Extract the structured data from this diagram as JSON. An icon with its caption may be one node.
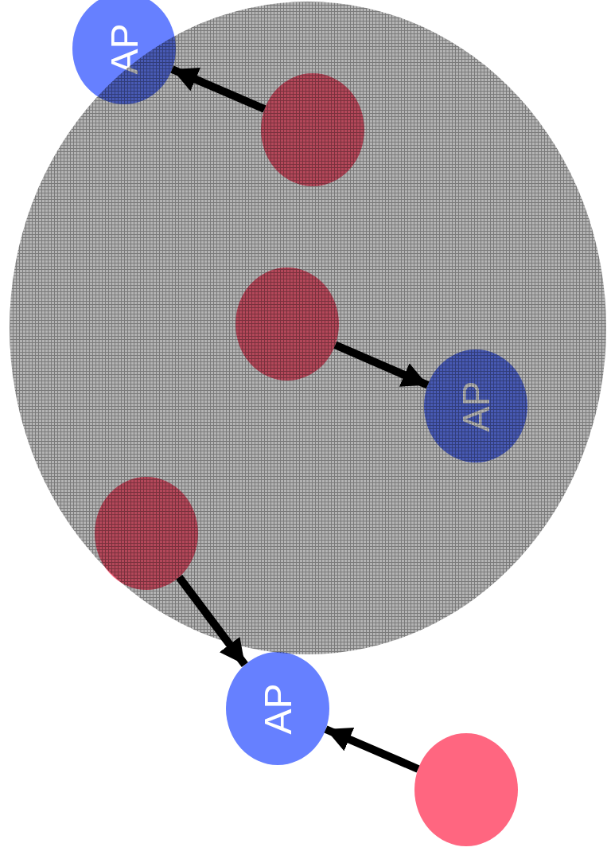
{
  "diagram": {
    "nodes": [
      {
        "text": [],
        "shape": "circle"
      },
      {
        "text": [
          "AP"
        ]
      },
      {
        "text": [],
        "shape": "circle",
        "in": 0
      },
      {
        "text": [],
        "shape": "circle",
        "in": 0
      },
      {
        "text": [
          "AP"
        ],
        "in": 0
      },
      {
        "text": [],
        "shape": "circle",
        "in": 0
      },
      {
        "text": [
          "AP"
        ]
      },
      {
        "text": [],
        "shape": "circle"
      }
    ],
    "edges": [
      {
        "from": 2,
        "to": 1,
        "arrow": "to"
      },
      {
        "from": 3,
        "to": 4,
        "arrow": "to"
      },
      {
        "from": 5,
        "to": 6,
        "arrow": "to"
      },
      {
        "from": 7,
        "to": 6,
        "arrow": "to"
      }
    ]
  }
}
